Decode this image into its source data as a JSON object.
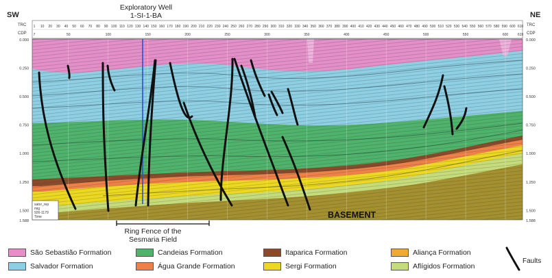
{
  "directions": {
    "sw": "SW",
    "ne": "NE"
  },
  "well": {
    "line1": "Exploratory Well",
    "line2": "1-SI-1-BA"
  },
  "axis": {
    "trc_label": "TRC",
    "cdp_label": "CDP",
    "trc_ticks": [
      "1",
      "10",
      "20",
      "30",
      "40",
      "50",
      "60",
      "70",
      "80",
      "90",
      "100",
      "110",
      "120",
      "130",
      "140",
      "150",
      "160",
      "170",
      "180",
      "190",
      "200",
      "210",
      "220",
      "230",
      "240",
      "250",
      "260",
      "270",
      "280",
      "290",
      "300",
      "310",
      "320",
      "330",
      "340",
      "350",
      "360",
      "370",
      "380",
      "390",
      "400",
      "410",
      "420",
      "430",
      "440",
      "450",
      "460",
      "470",
      "480",
      "490",
      "500",
      "510",
      "520",
      "530",
      "540",
      "550",
      "560",
      "570",
      "580",
      "590",
      "600",
      "610"
    ],
    "cdp_ticks": [
      "7",
      "50",
      "100",
      "150",
      "200",
      "250",
      "300",
      "350",
      "400",
      "450",
      "500",
      "550",
      "600",
      "619"
    ],
    "time_ticks": [
      "0.000",
      "0.250",
      "0.500",
      "0.750",
      "1.000",
      "1.250",
      "1.500",
      "1.588"
    ],
    "time_ticks_right": [
      "0.000",
      "0.250",
      "0.500",
      "0.750",
      "1.000",
      "1.250",
      "1.500",
      "1.588"
    ]
  },
  "info_box": {
    "lines": [
      "sator_rep",
      "mig",
      "926-1179",
      "Time"
    ]
  },
  "basement_label": "BASEMENT",
  "ring_fence": {
    "line1": "Ring Fence of the",
    "line2": "Sesmaria Field"
  },
  "legend": {
    "items": [
      {
        "label": "São Sebastião Formation",
        "color": "#e48fc8"
      },
      {
        "label": "Salvador Formation",
        "color": "#8ecfe3"
      },
      {
        "label": "Candeias Formation",
        "color": "#4fb36b"
      },
      {
        "label": "Água Grande Formation",
        "color": "#ee8048"
      },
      {
        "label": "Itaparica Formation",
        "color": "#8a4b2a"
      },
      {
        "label": "Sergi Formation",
        "color": "#ecd821"
      },
      {
        "label": "Aliança Formation",
        "color": "#f2a930"
      },
      {
        "label": "Aflígidos Formation",
        "color": "#c6dc7a"
      }
    ],
    "faults_label": "Faults"
  }
}
